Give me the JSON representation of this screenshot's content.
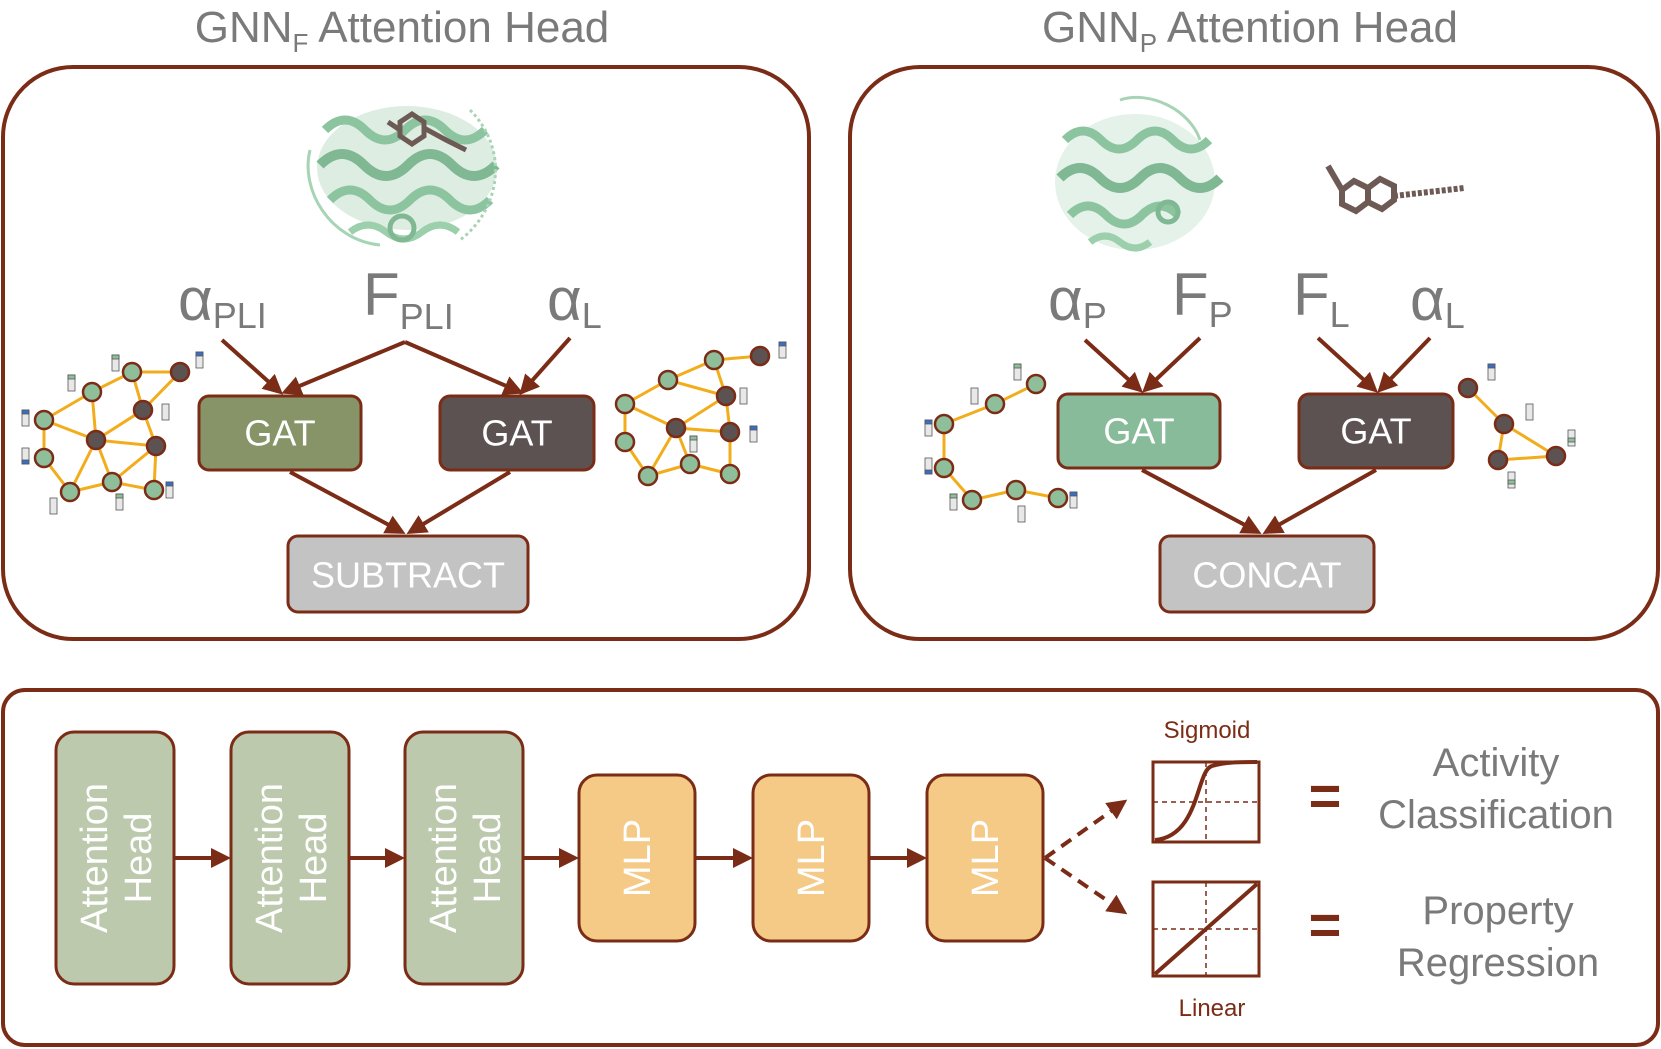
{
  "colors": {
    "border": "#7b2c16",
    "gat_olive": "#869468",
    "gat_dark": "#5b5251",
    "gat_mint": "#88bb99",
    "op_grey": "#c3c3c3",
    "attention_head": "#bcc9ad",
    "mlp": "#f5c986",
    "graph_edge": "#f2ad1c",
    "node_light": "#8fbf9a",
    "node_dark": "#5b5251",
    "protein": "#8cc4a0",
    "ligand": "#6e5a55"
  },
  "gnn_f": {
    "title_main": "GNN",
    "title_sub": "F",
    "title_rest": " Attention Head",
    "inputs": [
      {
        "sym": "α",
        "sub": "PLI"
      },
      {
        "sym": "F",
        "sub": "PLI"
      },
      {
        "sym": "α",
        "sub": "L"
      }
    ],
    "gat_left": "GAT",
    "gat_right": "GAT",
    "op": "SUBTRACT"
  },
  "gnn_p": {
    "title_main": "GNN",
    "title_sub": "P",
    "title_rest": " Attention Head",
    "inputs": [
      {
        "sym": "α",
        "sub": "P"
      },
      {
        "sym": "F",
        "sub": "P"
      },
      {
        "sym": "F",
        "sub": "L"
      },
      {
        "sym": "α",
        "sub": "L"
      }
    ],
    "gat_left": "GAT",
    "gat_right": "GAT",
    "op": "CONCAT"
  },
  "pipeline": {
    "attention_heads": [
      {
        "line1": "Attention",
        "line2": "Head"
      },
      {
        "line1": "Attention",
        "line2": "Head"
      },
      {
        "line1": "Attention",
        "line2": "Head"
      }
    ],
    "mlps": [
      "MLP",
      "MLP",
      "MLP"
    ],
    "sigmoid_label": "Sigmoid",
    "linear_label": "Linear",
    "equals": "=",
    "outputs": [
      {
        "line1": "Activity",
        "line2": "Classification"
      },
      {
        "line1": "Property",
        "line2": "Regression"
      }
    ]
  }
}
